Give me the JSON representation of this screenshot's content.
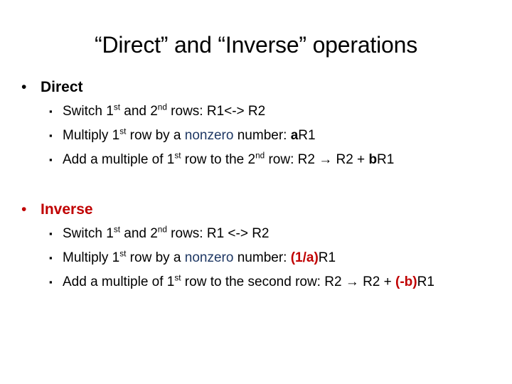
{
  "slide": {
    "title": "“Direct” and “Inverse” operations",
    "background_color": "#FFFFFF",
    "accent_red": "#C00000",
    "accent_navy": "#1F3864",
    "bullet_glyph_level1": "•",
    "bullet_glyph_level2": "▪",
    "arrow_glyph": "→"
  },
  "groups": [
    {
      "heading": "Direct",
      "heading_color": "#000000",
      "items": [
        {
          "id": "direct-switch",
          "segments": [
            {
              "text": "Switch 1",
              "style": "plain"
            },
            {
              "text": "st",
              "style": "sup"
            },
            {
              "text": " and 2",
              "style": "plain"
            },
            {
              "text": "nd",
              "style": "sup"
            },
            {
              "text": " rows: R1<-> R2",
              "style": "plain"
            }
          ]
        },
        {
          "id": "direct-multiply",
          "segments": [
            {
              "text": "Multiply 1",
              "style": "plain"
            },
            {
              "text": "st",
              "style": "sup"
            },
            {
              "text": " row by a ",
              "style": "plain"
            },
            {
              "text": "nonzero",
              "style": "navy"
            },
            {
              "text": " number: ",
              "style": "plain"
            },
            {
              "text": "a",
              "style": "bold"
            },
            {
              "text": "R1",
              "style": "plain"
            }
          ]
        },
        {
          "id": "direct-add",
          "segments": [
            {
              "text": "Add a multiple of 1",
              "style": "plain"
            },
            {
              "text": "st",
              "style": "sup"
            },
            {
              "text": " row to the 2",
              "style": "plain"
            },
            {
              "text": "nd",
              "style": "sup"
            },
            {
              "text": " row: R2 → R2 + ",
              "style": "plain"
            },
            {
              "text": "b",
              "style": "bold"
            },
            {
              "text": "R1",
              "style": "plain"
            }
          ]
        }
      ]
    },
    {
      "heading": "Inverse",
      "heading_color": "#C00000",
      "items": [
        {
          "id": "inverse-switch",
          "segments": [
            {
              "text": "Switch 1",
              "style": "plain"
            },
            {
              "text": "st",
              "style": "sup"
            },
            {
              "text": " and 2",
              "style": "plain"
            },
            {
              "text": "nd",
              "style": "sup"
            },
            {
              "text": " rows: R1 <-> R2",
              "style": "plain"
            }
          ]
        },
        {
          "id": "inverse-multiply",
          "segments": [
            {
              "text": "Multiply 1",
              "style": "plain"
            },
            {
              "text": "st",
              "style": "sup"
            },
            {
              "text": " row by a ",
              "style": "plain"
            },
            {
              "text": "nonzero",
              "style": "navy"
            },
            {
              "text": " number:  ",
              "style": "plain"
            },
            {
              "text": "(1/a)",
              "style": "redbold"
            },
            {
              "text": "R1",
              "style": "plain"
            }
          ]
        },
        {
          "id": "inverse-add",
          "segments": [
            {
              "text": "Add a multiple of 1",
              "style": "plain"
            },
            {
              "text": "st",
              "style": "sup"
            },
            {
              "text": " row to the second row: R2 → R2 + ",
              "style": "plain"
            },
            {
              "text": "(-b)",
              "style": "redbold"
            },
            {
              "text": "R1",
              "style": "plain"
            }
          ]
        }
      ]
    }
  ]
}
